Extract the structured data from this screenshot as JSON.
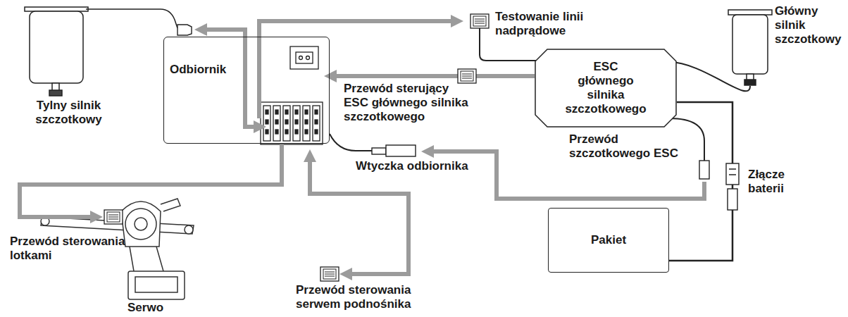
{
  "diagram": {
    "nodes": [
      {
        "text": [
          "Odbiornik"
        ]
      },
      {
        "text": [
          "ESC głównego silnika szczotkowego"
        ]
      },
      {
        "text": [
          "Pakiet"
        ]
      }
    ],
    "edges": [
      {
        "from": 1,
        "to": 0,
        "arrow": "to"
      },
      {
        "from": 1,
        "to": 2,
        "arrow": "none"
      }
    ],
    "labels": [
      "Tylny silnik szczotkowy",
      "Testowanie linii nadprądowe",
      "Główny silnik szczotkowy",
      "Przewód sterujący ESC głównego silnika szczotkowego",
      "Wtyczka odbiornika",
      "Przewód szczotkowego ESC",
      "Złącze baterii",
      "Przewód sterowania lotkami",
      "Serwo",
      "Przewód sterowania serwem podnośnika"
    ]
  }
}
